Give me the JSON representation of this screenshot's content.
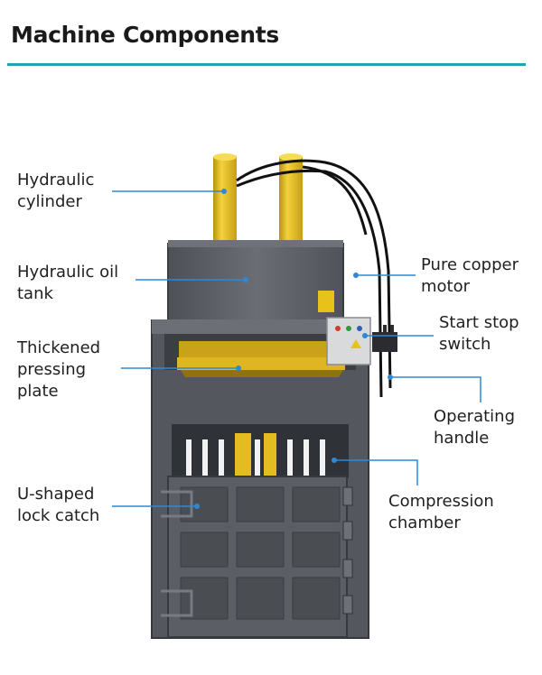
{
  "header": {
    "title": "Machine Components"
  },
  "colors": {
    "accent": "#21a4b6",
    "leader": "#2f88d6",
    "machine": "#5e6268",
    "cylinder": "#e3bd20"
  },
  "labels": {
    "hydraulic_cylinder": "Hydraulic\ncylinder",
    "hydraulic_oil_tank": "Hydraulic oil\ntank",
    "thickened_pressing_plate": "Thickened\npressing\nplate",
    "u_shaped_lock_catch": "U-shaped\nlock catch",
    "pure_copper_motor": "Pure copper\nmotor",
    "start_stop_switch": "Start stop\nswitch",
    "operating_handle": "Operating\nhandle",
    "compression_chamber": "Compression\nchamber"
  }
}
